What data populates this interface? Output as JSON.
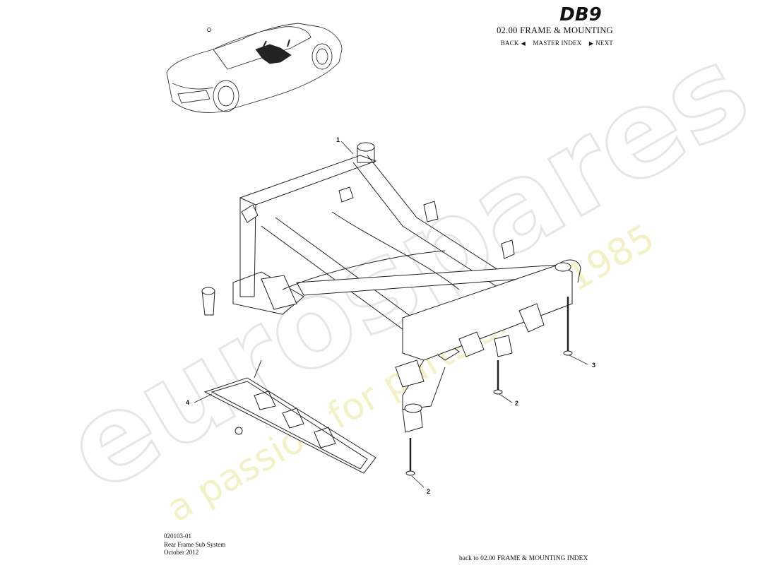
{
  "header": {
    "logo_text": "DB9",
    "section_title": "02.00 FRAME & MOUNTING",
    "nav": {
      "back": "BACK",
      "master_index": "MASTER INDEX",
      "next": "NEXT"
    }
  },
  "callouts": [
    {
      "id": "c1",
      "label": "1"
    },
    {
      "id": "c2a",
      "label": "2"
    },
    {
      "id": "c2b",
      "label": "2"
    },
    {
      "id": "c3",
      "label": "3"
    },
    {
      "id": "c4",
      "label": "4"
    }
  ],
  "watermark": {
    "brand": "eurospares",
    "tagline": "a passion for parts since 1985"
  },
  "footer": {
    "code": "020103-01",
    "title": "Rear Frame Sub System",
    "date": "October 2012",
    "index_link": "back to 02.00 FRAME & MOUNTING INDEX"
  },
  "colors": {
    "line": "#222222",
    "watermark_grey": "#e6e6e6",
    "watermark_yellow": "#f3f0c0"
  }
}
